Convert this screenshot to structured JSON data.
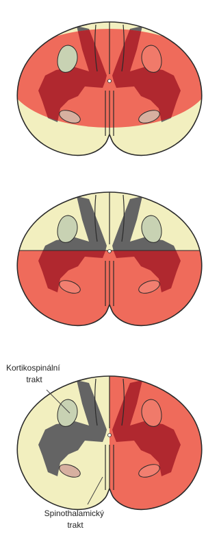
{
  "labels": {
    "corticospinal_line1": "Kortikospinální",
    "corticospinal_line2": "trakt",
    "spinothalamic_line1": "Spinothalamický",
    "spinothalamic_line2": "trakt"
  },
  "colors": {
    "white_matter": "#f2efbf",
    "gray_matter": "#646464",
    "lesion": "#ef6b5b",
    "lesion_gray": "#b0282f",
    "corticospinal_tract": "#c8d2b3",
    "spinothalamic_tract": "#d7b0a0",
    "outline": "#2a2a2a"
  }
}
